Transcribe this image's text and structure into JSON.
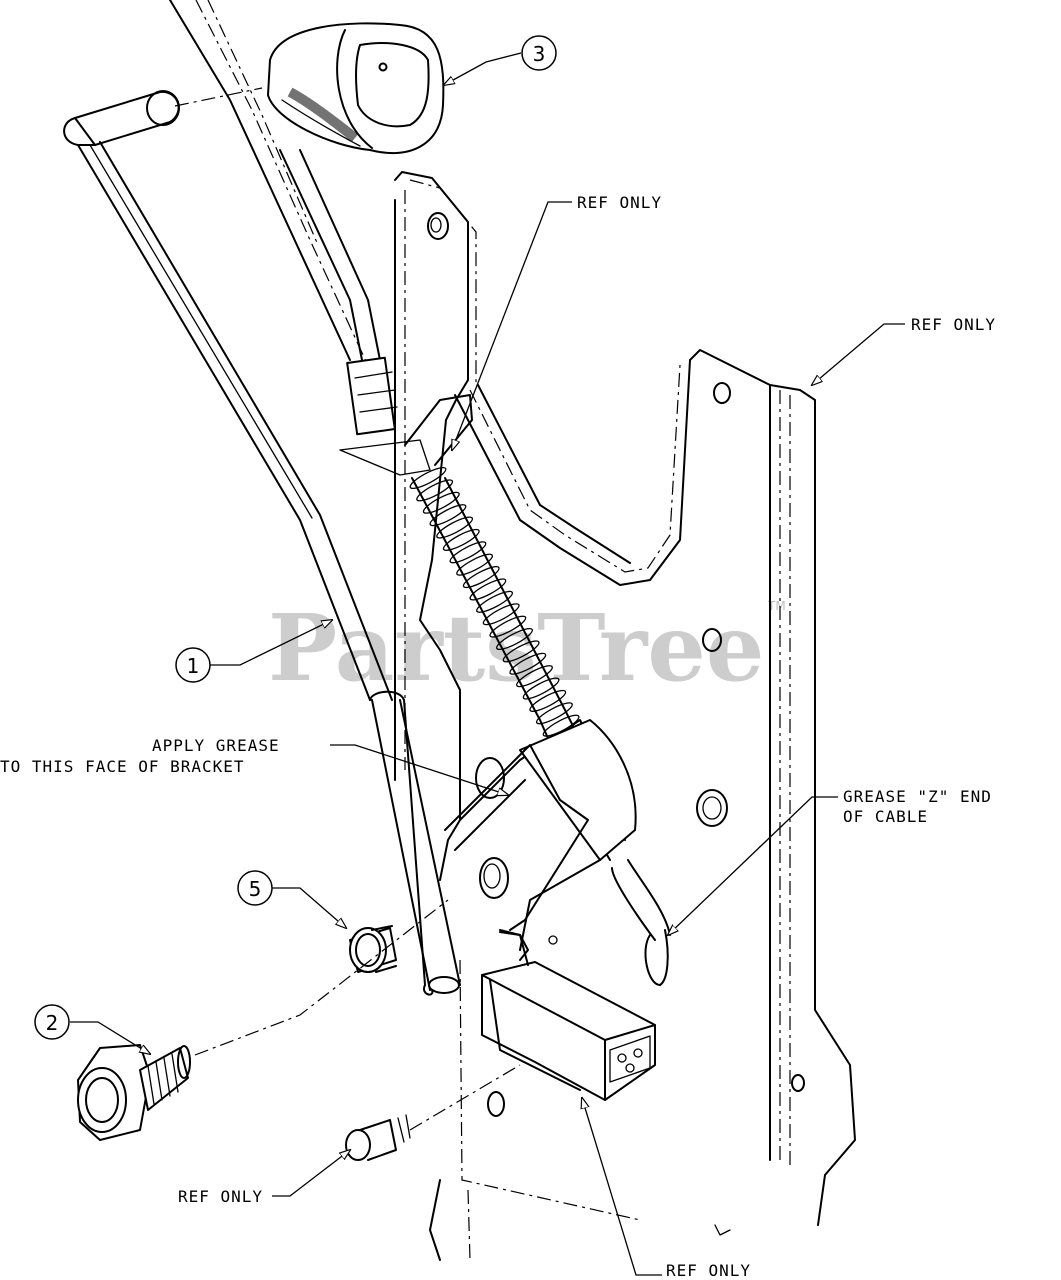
{
  "watermark": {
    "text": "PartsTree",
    "trademark": "TM"
  },
  "callouts": [
    {
      "id": "callout-1",
      "number": "1"
    },
    {
      "id": "callout-2",
      "number": "2"
    },
    {
      "id": "callout-3",
      "number": "3"
    },
    {
      "id": "callout-5",
      "number": "5"
    }
  ],
  "labels": {
    "ref_only": "REF ONLY",
    "apply_grease_line1": "APPLY GREASE",
    "apply_grease_line2": "TO THIS FACE OF BRACKET",
    "grease_z_line1": "GREASE \"Z\" END",
    "grease_z_line2": "OF CABLE"
  }
}
